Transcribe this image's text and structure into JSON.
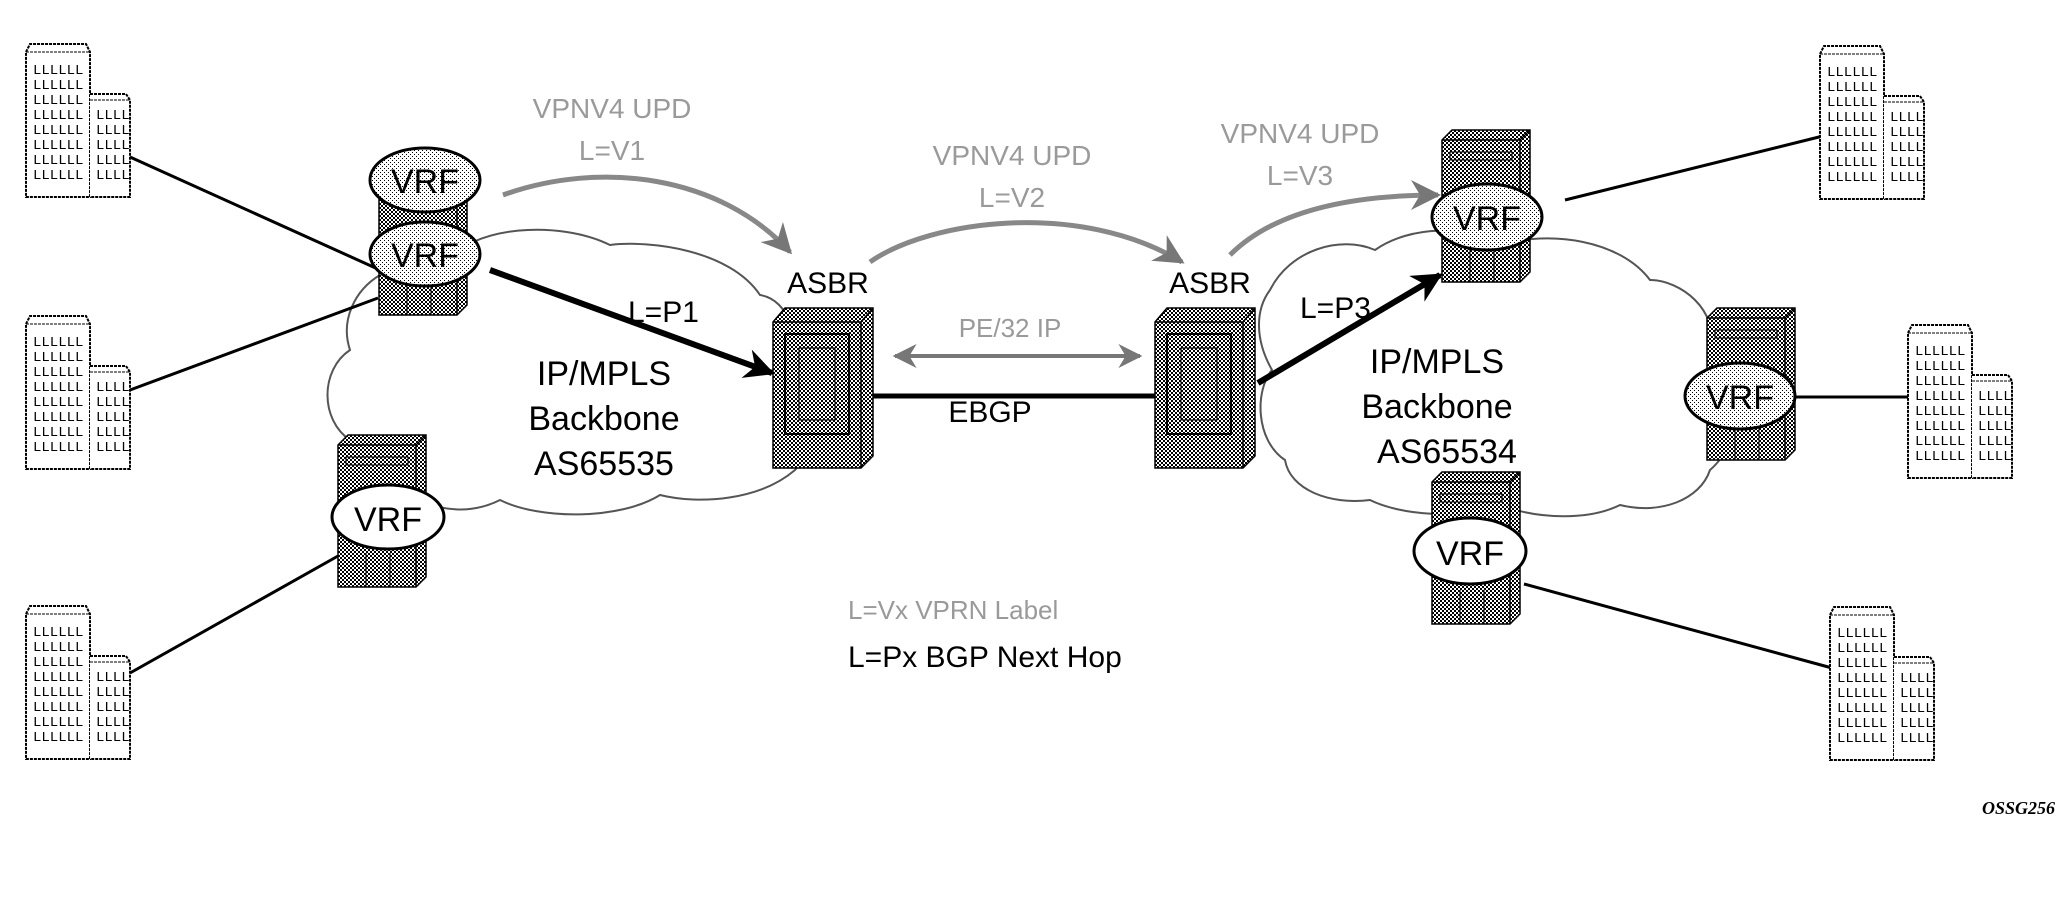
{
  "diagram": {
    "title": "Inter-AS VPRN Model C: VPNV4 updates exchanged between ASBRs",
    "figure_id": "OSSG256",
    "colors": {
      "ink": "#000000",
      "label_gray": "#9a9a9a",
      "background": "#ffffff",
      "hatch": "#6e6e6e"
    },
    "left_as": {
      "cloud_label_line1": "IP/MPLS",
      "cloud_label_line2": "Backbone",
      "as_number": "AS65535",
      "asbr_label": "ASBR",
      "pe_vrf_labels": [
        "VRF",
        "VRF",
        "VRF"
      ],
      "next_hop_label": "L=P1",
      "vpnv4_update": {
        "title": "VPNV4 UPD",
        "label": "L=V1"
      }
    },
    "right_as": {
      "cloud_label_line1": "IP/MPLS",
      "cloud_label_line2": "Backbone",
      "as_number": "AS65534",
      "asbr_label": "ASBR",
      "pe_vrf_labels": [
        "VRF",
        "VRF",
        "VRF"
      ],
      "next_hop_label": "L=P3",
      "vpnv4_update": {
        "title": "VPNV4 UPD",
        "label": "L=V3"
      }
    },
    "inter_as": {
      "vpnv4_update": {
        "title": "VPNV4 UPD",
        "label": "L=V2"
      },
      "pe_route_label": "PE/32 IP",
      "link_label": "EBGP"
    },
    "legend": {
      "vprn_label": "L=Vx VPRN Label",
      "next_hop": "L=Px BGP Next Hop"
    },
    "customer_sites": {
      "left_count": 3,
      "right_count": 3,
      "icon": "office-building-icon"
    }
  }
}
